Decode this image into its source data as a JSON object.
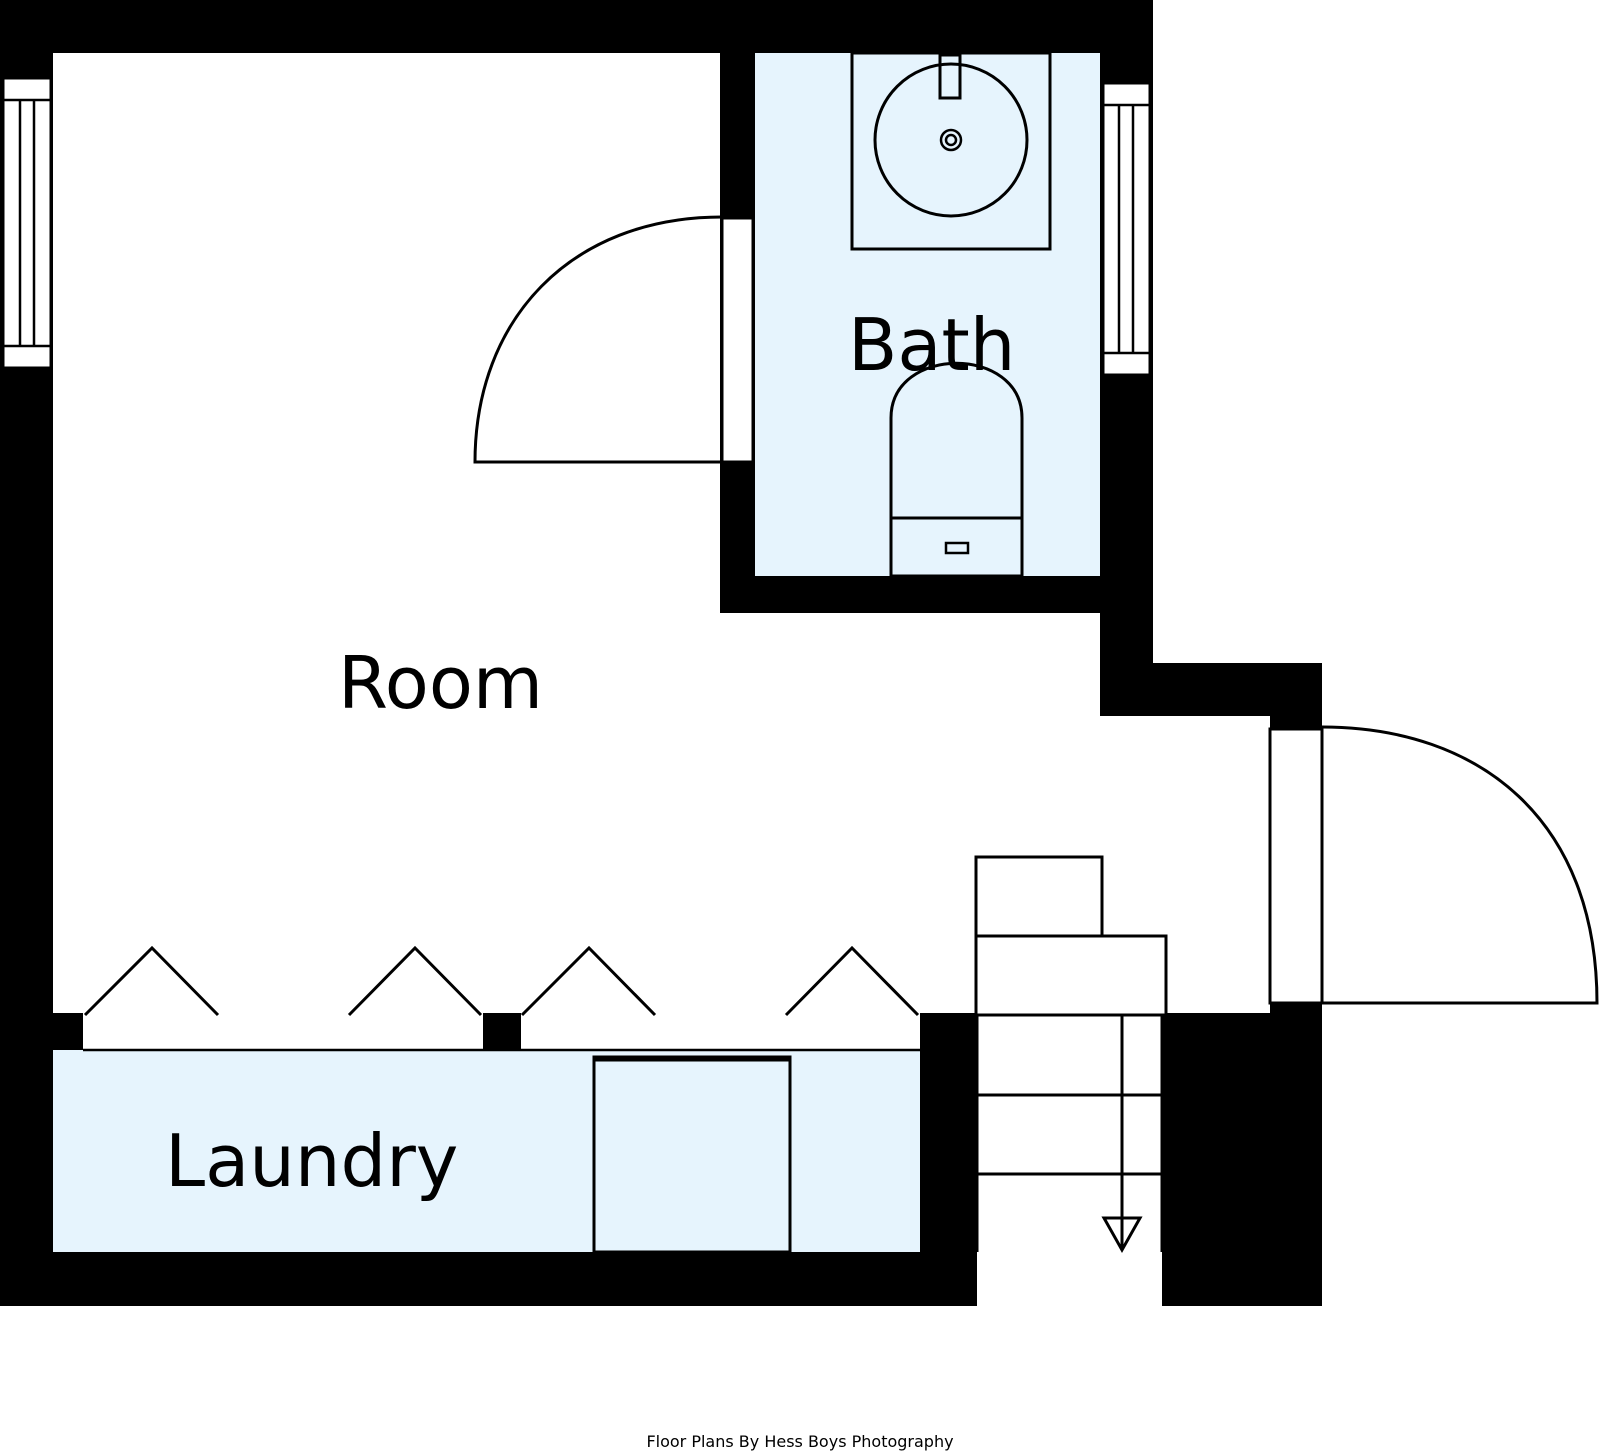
{
  "floor_plan": {
    "rooms": {
      "room": "Room",
      "bath": "Bath",
      "laundry": "Laundry"
    },
    "credit": "Floor Plans By Hess Boys Photography"
  },
  "colors": {
    "wall": "#000000",
    "wet_area": "#e6f4fd",
    "background": "#ffffff"
  },
  "icons": {
    "stairs": "stairs-down-arrow-icon",
    "sink": "round-sink-icon",
    "toilet": "toilet-icon"
  }
}
